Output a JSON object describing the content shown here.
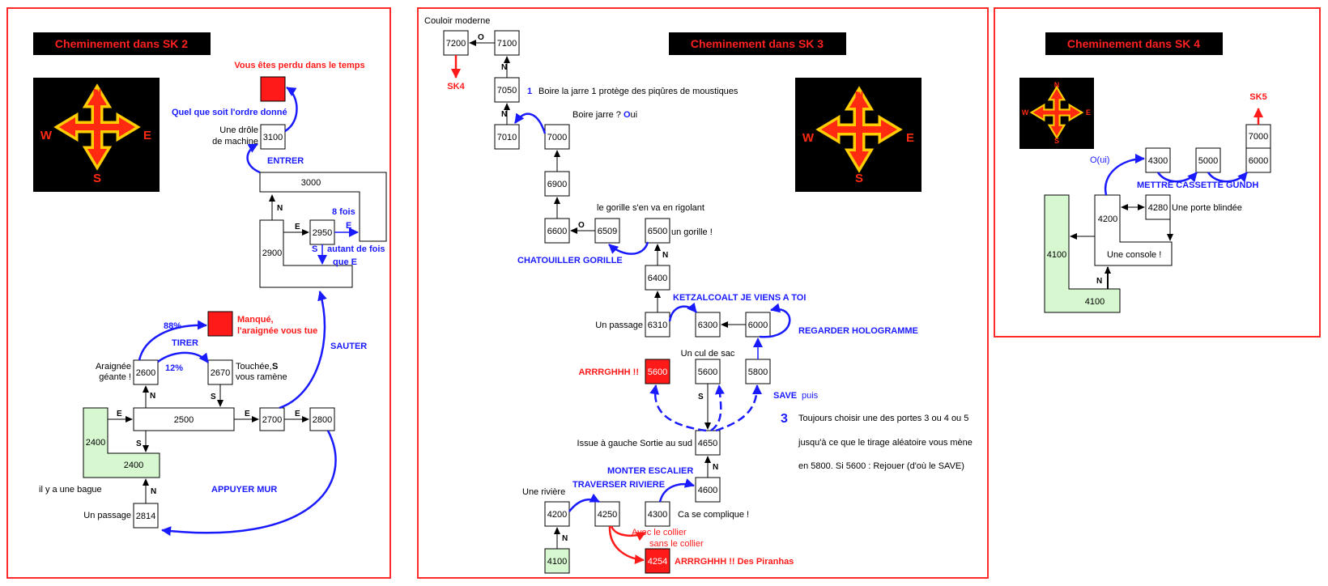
{
  "colors": {
    "panel_border": "#ff2a2a",
    "title_bg": "#000000",
    "title_text": "#ff2020",
    "blue_arrow": "#1a1aff",
    "blue_text": "#1a1aff",
    "red_text": "#ff1a1a",
    "danger_fill": "#ff1a1a",
    "green_fill": "#d6f7cf",
    "compass_bg": "#000000",
    "compass_arrow": "#ff2a10",
    "compass_outline": "#ffcc00",
    "compass_label": "#ff2a10"
  },
  "compass": {
    "north": "N",
    "south": "S",
    "east": "E",
    "west": "W",
    "icon": "compass-rose-icon"
  },
  "panels": [
    {
      "title": "Cheminement dans SK 2",
      "rooms": [
        {
          "label": "3100"
        },
        {
          "label": "3000"
        },
        {
          "label": "2950"
        },
        {
          "label": "2900"
        },
        {
          "label": "2600"
        },
        {
          "label": "2670"
        },
        {
          "label": "2500"
        },
        {
          "label": "2700"
        },
        {
          "label": "2800"
        },
        {
          "label": "2400"
        },
        {
          "label": "2400"
        },
        {
          "label": "2814"
        }
      ],
      "texts": [
        {
          "text": "Vous êtes perdu dans le temps"
        },
        {
          "text": "Quel que soit l'ordre donné"
        },
        {
          "text": "Une drôle"
        },
        {
          "text": "de machine"
        },
        {
          "text": "ENTRER"
        },
        {
          "text": "8 fois"
        },
        {
          "text": "E"
        },
        {
          "text": "S"
        },
        {
          "text": "autant de fois"
        },
        {
          "text": "que E"
        },
        {
          "text": "88%"
        },
        {
          "text": "TIRER"
        },
        {
          "text": "12%"
        },
        {
          "text": "Manqué,"
        },
        {
          "text": "l'araignée vous tue"
        },
        {
          "text": "Araignée"
        },
        {
          "text": "géante !"
        },
        {
          "text": "Touchée,"
        },
        {
          "text": "S"
        },
        {
          "text": "vous ramène"
        },
        {
          "text": "SAUTER"
        },
        {
          "text": "il y a une bague"
        },
        {
          "text": "Un passage"
        },
        {
          "text": "APPUYER MUR"
        }
      ],
      "dir_labels": [
        {
          "text": "N"
        },
        {
          "text": "E"
        },
        {
          "text": "E"
        },
        {
          "text": "N"
        },
        {
          "text": "S"
        },
        {
          "text": "E"
        },
        {
          "text": "E"
        },
        {
          "text": "S"
        },
        {
          "text": "N"
        }
      ]
    },
    {
      "title": "Cheminement dans SK 3",
      "rooms": [
        {
          "label": "7200"
        },
        {
          "label": "7100"
        },
        {
          "label": "7050"
        },
        {
          "label": "7010"
        },
        {
          "label": "7000"
        },
        {
          "label": "6900"
        },
        {
          "label": "6600"
        },
        {
          "label": "6509"
        },
        {
          "label": "6500"
        },
        {
          "label": "6400"
        },
        {
          "label": "6310"
        },
        {
          "label": "6300"
        },
        {
          "label": "6000"
        },
        {
          "label": "5600"
        },
        {
          "label": "5600"
        },
        {
          "label": "5800"
        },
        {
          "label": "4650"
        },
        {
          "label": "4600"
        },
        {
          "label": "4200"
        },
        {
          "label": "4250"
        },
        {
          "label": "4300"
        },
        {
          "label": "4100"
        },
        {
          "label": "4254"
        }
      ],
      "texts": [
        {
          "text": "Couloir moderne"
        },
        {
          "text": "SK4"
        },
        {
          "text": "1"
        },
        {
          "text": "Boire la jarre 1 protège des piqûres de moustiques"
        },
        {
          "text": "Boire jarre ? "
        },
        {
          "text": "O"
        },
        {
          "text": "ui"
        },
        {
          "text": "le gorille s'en va en rigolant"
        },
        {
          "text": "un gorille !"
        },
        {
          "text": "CHATOUILLER GORILLE"
        },
        {
          "text": "KETZALCOALT JE VIENS A TOI"
        },
        {
          "text": "Un passage"
        },
        {
          "text": "REGARDER HOLOGRAMME"
        },
        {
          "text": "Un cul de sac"
        },
        {
          "text": "ARRRGHHH !!"
        },
        {
          "text": "SAVE"
        },
        {
          "text": "puis"
        },
        {
          "text": "3"
        },
        {
          "text": "Toujours choisir une des portes 3  ou 4 ou 5"
        },
        {
          "text": "jusqu'à ce que le tirage aléatoire vous mène"
        },
        {
          "text": "en 5800.  Si 5600 : Rejouer (d'où le SAVE)"
        },
        {
          "text": "Issue à gauche Sortie au sud"
        },
        {
          "text": "MONTER ESCALIER"
        },
        {
          "text": "TRAVERSER RIVIERE"
        },
        {
          "text": "Une rivière"
        },
        {
          "text": "Ca se complique !"
        },
        {
          "text": "Avec  le collier"
        },
        {
          "text": "sans  le collier"
        },
        {
          "text": "ARRRGHHH !! Des Piranhas"
        }
      ],
      "dir_labels": [
        {
          "text": "O"
        },
        {
          "text": "N"
        },
        {
          "text": "N"
        },
        {
          "text": "O"
        },
        {
          "text": "N"
        },
        {
          "text": "S"
        },
        {
          "text": "N"
        },
        {
          "text": "N"
        }
      ]
    },
    {
      "title": "Cheminement dans SK 4",
      "rooms": [
        {
          "label": "7000"
        },
        {
          "label": "6000"
        },
        {
          "label": "4300"
        },
        {
          "label": "5000"
        },
        {
          "label": "4200"
        },
        {
          "label": "4280"
        },
        {
          "label": "4100"
        },
        {
          "label": "4100"
        }
      ],
      "texts": [
        {
          "text": "SK5"
        },
        {
          "text": "O(ui)"
        },
        {
          "text": "METTRE CASSETTE   GUNDH"
        },
        {
          "text": "Une porte blindée"
        },
        {
          "text": "Une console !"
        }
      ],
      "dir_labels": [
        {
          "text": "N"
        }
      ]
    }
  ]
}
